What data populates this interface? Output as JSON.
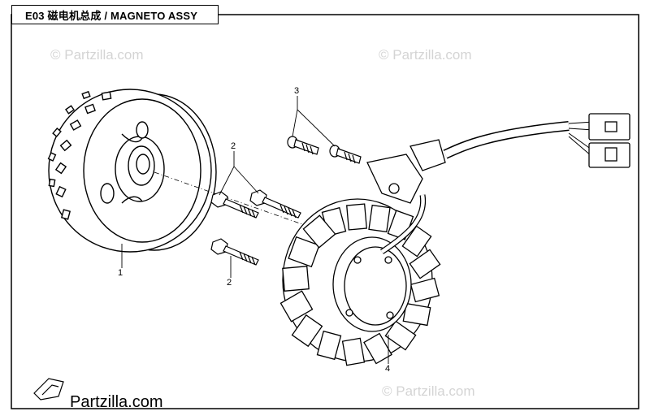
{
  "diagram": {
    "title": "E03  磁电机总成 / MAGNETO ASSY",
    "watermark_text": "© Partzilla.com",
    "brand_text": "Partzilla.com",
    "callouts": [
      "1",
      "2",
      "2",
      "3",
      "4"
    ]
  }
}
